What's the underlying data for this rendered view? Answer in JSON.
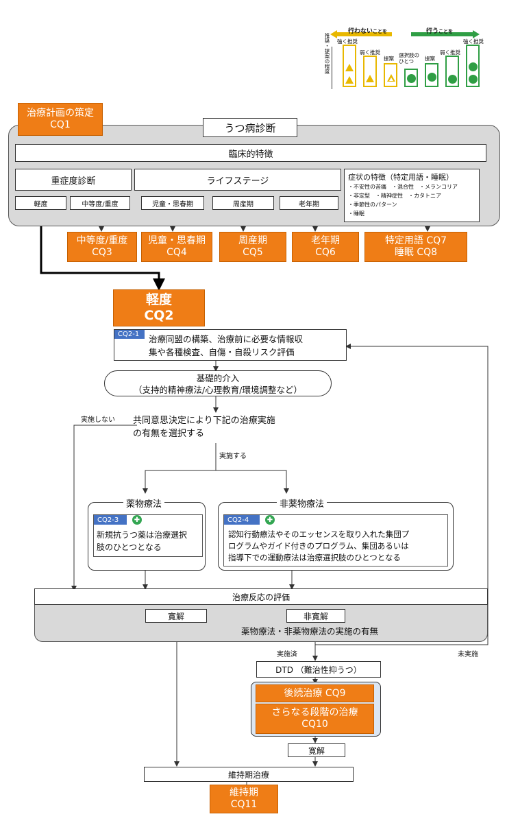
{
  "legend": {
    "not_do_main": "行わない",
    "not_do_suffix": "ことを",
    "do_main": "行う",
    "do_suffix": "ことを",
    "vertical_label": "推奨・提案の程度",
    "col1": "強く推奨",
    "col2": "弱く推奨",
    "col3": "提案",
    "col4": "選択肢のひとつ",
    "col5": "提案",
    "col6": "弱く推奨",
    "col7": "強く推奨"
  },
  "cq1": {
    "line1": "治療計画の策定",
    "line2": "CQ1"
  },
  "diagnosis": {
    "title": "うつ病診断",
    "clinical": "臨床的特徴",
    "severity": "重症度診断",
    "lifestage": "ライフステージ",
    "symptom_title": "症状の特徴（特定用語・睡眠）",
    "symptom_line1": "・不安性の苦痛　・混合性　・メランコリア",
    "symptom_line2": "・非定型　・精神症性　・カタトニア",
    "symptom_line3": "・季節性のパターン",
    "symptom_line4": "・睡眠",
    "mild": "軽度",
    "moderate_severe": "中等度/重度",
    "child": "児童・思春期",
    "perinatal": "周産期",
    "elderly": "老年期"
  },
  "cq_row": {
    "cq3_a": "中等度/重度",
    "cq3_b": "CQ3",
    "cq4_a": "児童・思春期",
    "cq4_b": "CQ4",
    "cq5_a": "周産期",
    "cq5_b": "CQ5",
    "cq6_a": "老年期",
    "cq6_b": "CQ6",
    "cq78_a": "特定用語 CQ7",
    "cq78_b": "睡眠 CQ8"
  },
  "cq2": {
    "line1": "軽度",
    "line2": "CQ2"
  },
  "cq21": {
    "tag": "CQ2-1",
    "line1": "治療同盟の構築、治療前に必要な情報収",
    "line2": "集や各種検査、自傷・自殺リスク評価"
  },
  "basic": {
    "line1": "基礎的介入",
    "line2": "（支持的精神療法/心理教育/環境調整など）"
  },
  "shared": {
    "line1": "共同意思決定により下記の治療実施",
    "line2": "の有無を選択する",
    "not_done": "実施しない",
    "done": "実施する"
  },
  "drug": {
    "title": "薬物療法",
    "tag": "CQ2-3",
    "line1": "新規抗うつ薬は治療選択",
    "line2": "肢のひとつとなる"
  },
  "nondrug": {
    "title": "非薬物療法",
    "tag": "CQ2-4",
    "line1": "認知行動療法やそのエッセンスを取り入れた集団プ",
    "line2": "ログラムやガイド付きのプログラム、集団あるいは",
    "line3": "指導下での運動療法は治療選択肢のひとつとなる"
  },
  "response": {
    "title": "治療反応の評価",
    "remission": "寛解",
    "nonremission": "非寛解",
    "status": "薬物療法・非薬物療法の実施の有無",
    "implemented": "実施済",
    "not_implemented": "未実施"
  },
  "dtd": {
    "title": "DTD （難治性抑うつ）",
    "cq9": "後続治療 CQ9",
    "cq10_a": "さらなる段階の治療",
    "cq10_b": "CQ10",
    "remission": "寛解"
  },
  "maintenance": {
    "title": "維持期治療",
    "cq11_a": "維持期",
    "cq11_b": "CQ11"
  },
  "colors": {
    "orange": "#ef7d16",
    "gray": "#d9d9d9",
    "blue_tag": "#4472c4",
    "green": "#2f9e44",
    "yellow": "#e8b800"
  }
}
